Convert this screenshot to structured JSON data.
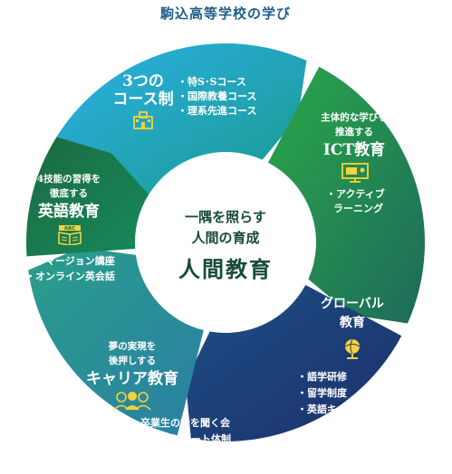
{
  "title": "駒込高等学校の学び",
  "center": {
    "line1": "一隅を照らす",
    "line2": "人間の育成",
    "line3": "人間教育"
  },
  "segments": [
    {
      "id": "course",
      "heading1": "3つの",
      "heading2": "コース制",
      "bullets": [
        "・特S･Sコース",
        "・国際教養コース",
        "・理系先進コース"
      ],
      "icon": "school-building-icon",
      "color_start": "#2bb0e6",
      "color_end": "#1a9a8e"
    },
    {
      "id": "ict",
      "intro1": "主体的な学びを",
      "intro2": "推進する",
      "heading": "ICT教育",
      "bullets": [
        "・アクティブ",
        "ラーニング"
      ],
      "icon": "presentation-screen-icon",
      "color_start": "#2aa84a",
      "color_end": "#1d6a5a"
    },
    {
      "id": "global",
      "heading1": "グローバル",
      "heading2": "教育",
      "bullets": [
        "・語学研修",
        "・留学制度",
        "・英語キャンプ"
      ],
      "icon": "globe-icon",
      "color_start": "#1d4f86",
      "color_end": "#1d2f6a"
    },
    {
      "id": "career",
      "intro1": "夢の実現を",
      "intro2": "後押しする",
      "heading": "キャリア教育",
      "bullets": [
        "・卒業生の話を聞く会",
        "・進路サポート体制"
      ],
      "icon": "people-icon",
      "color_start": "#2a9e8a",
      "color_end": "#2a7fa4"
    },
    {
      "id": "english",
      "intro1": "4技能の習得を",
      "intro2": "徹底する",
      "heading": "英語教育",
      "bullets": [
        "・イマージョン講座",
        "・オンライン英会話"
      ],
      "icon": "abc-book-icon",
      "color_start": "#1c6a40",
      "color_end": "#168a5c"
    }
  ],
  "colors": {
    "icon_yellow": "#f3d33a",
    "title": "#1c5e8a",
    "center_text": "#164a3a"
  }
}
